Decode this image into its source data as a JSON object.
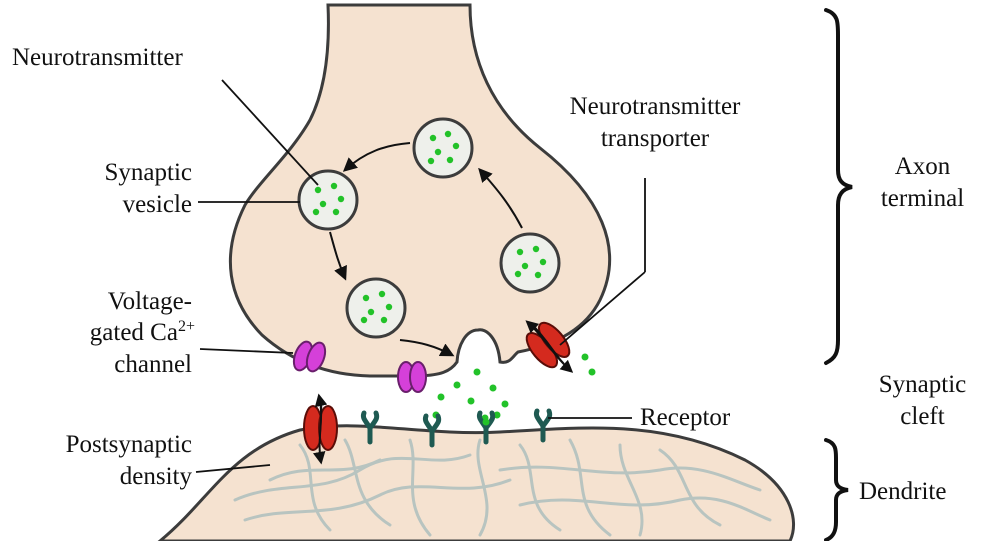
{
  "labels": {
    "neurotransmitter": "Neurotransmitter",
    "synaptic_vesicle_1": "Synaptic",
    "synaptic_vesicle_2": "vesicle",
    "voltage_1": "Voltage-",
    "voltage_2a": "gated Ca",
    "voltage_2sup": "2+",
    "voltage_3": "channel",
    "postsynaptic_1": "Postsynaptic",
    "postsynaptic_2": "density",
    "transporter_1": "Neurotransmitter",
    "transporter_2": "transporter",
    "receptor": "Receptor",
    "axon_terminal_1": "Axon",
    "axon_terminal_2": "terminal",
    "synaptic_cleft_1": "Synaptic",
    "synaptic_cleft_2": "cleft",
    "dendrite": "Dendrite"
  },
  "colors": {
    "cell_fill": "#f5e2d0",
    "outline": "#3c3c3c",
    "vesicle_fill": "#eef0eb",
    "neurotransmitter_dot": "#22c229",
    "calcium_channel": "#d540d9",
    "transporter": "#d42a1e",
    "receptor": "#1f5a52",
    "density_fibers": "#b8c4c0"
  }
}
